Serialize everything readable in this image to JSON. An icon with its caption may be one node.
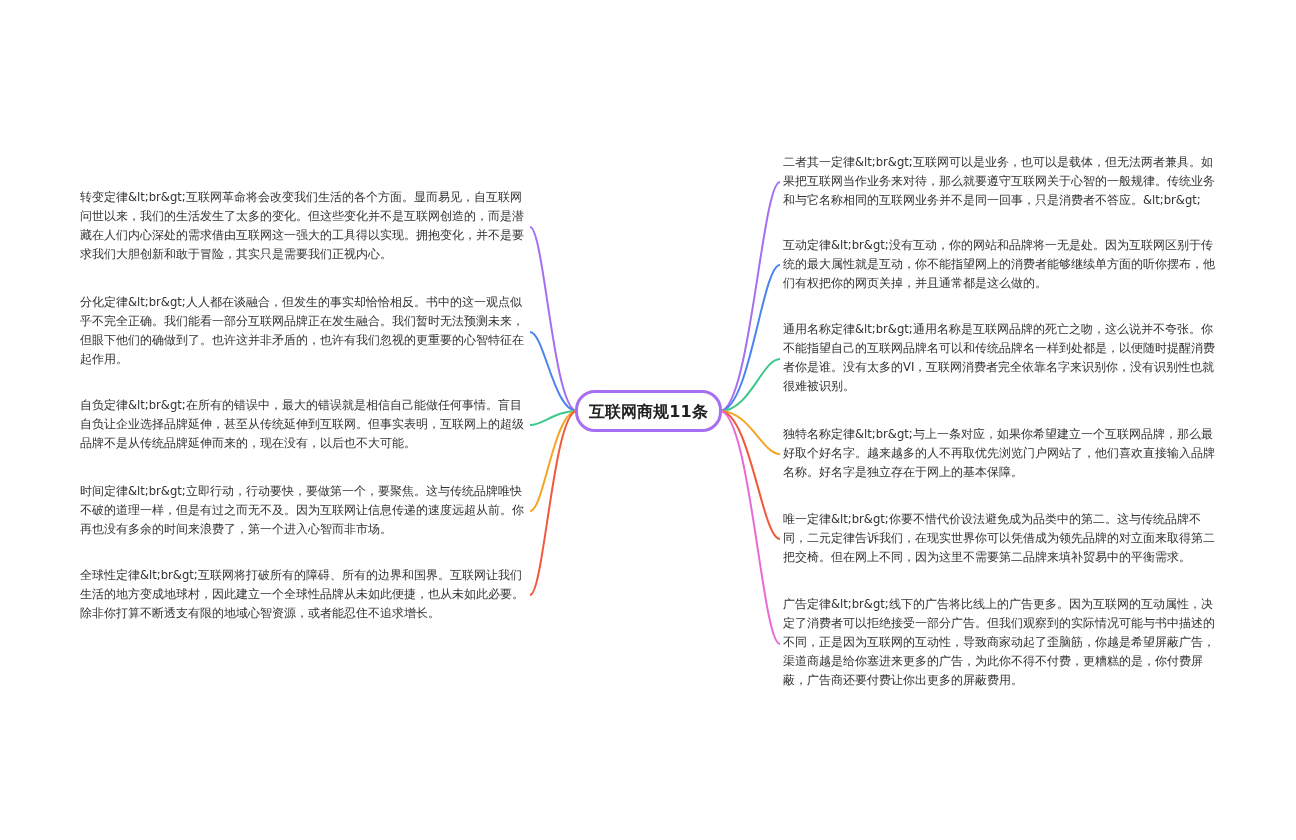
{
  "diagram": {
    "nodes": [
      {
        "text": [
          "互联网商规11条"
        ]
      },
      {
        "text": [
          "转变定律&lt;br&gt;互联网革命将会改变我们生活的各个方面。显而易见，自互联网问世以来，我们的生活发生了太多的变化。但这些变化并不是互联网创造的，而是潜藏在人们内心深处的需求借由互联网这一强大的工具得以实现。拥抱变化，并不是要求我们大胆创新和敢于冒险，其实只是需要我们正视内心。"
        ]
      },
      {
        "text": [
          "分化定律&lt;br&gt;人人都在谈融合，但发生的事实却恰恰相反。书中的这一观点似乎不完全正确。我们能看一部分互联网品牌正在发生融合。我们暂时无法预测未来，但眼下他们的确做到了。也许这并非矛盾的，也许有我们忽视的更重要的心智特征在起作用。"
        ]
      },
      {
        "text": [
          "自负定律&lt;br&gt;在所有的错误中，最大的错误就是相信自己能做任何事情。盲目自负让企业选择品牌延伸，甚至从传统延伸到互联网。但事实表明，互联网上的超级品牌不是从传统品牌延伸而来的，现在没有，以后也不大可能。"
        ]
      },
      {
        "text": [
          "时间定律&lt;br&gt;立即行动，行动要快，要做第一个，要聚焦。这与传统品牌唯快不破的道理一样，但是有过之而无不及。因为互联网让信息传递的速度远超从前。你再也没有多余的时间来浪费了，第一个进入心智而非市场。"
        ]
      },
      {
        "text": [
          "全球性定律&lt;br&gt;互联网将打破所有的障碍、所有的边界和国界。互联网让我们生活的地方变成地球村，因此建立一个全球性品牌从未如此便捷，也从未如此必要。除非你打算不断透支有限的地域心智资源，或者能忍住不追求增长。"
        ]
      },
      {
        "text": [
          "二者其一定律&lt;br&gt;互联网可以是业务，也可以是载体，但无法两者兼具。如果把互联网当作业务来对待，那么就要遵守互联网关于心智的一般规律。传统业务和与它名称相同的互联网业务并不是同一回事，只是消费者不答应。&lt;br&gt;"
        ]
      },
      {
        "text": [
          "互动定律&lt;br&gt;没有互动，你的网站和品牌将一无是处。因为互联网区别于传统的最大属性就是互动，你不能指望网上的消费者能够继续单方面的听你摆布，他们有权把你的网页关掉，并且通常都是这么做的。"
        ]
      },
      {
        "text": [
          "通用名称定律&lt;br&gt;通用名称是互联网品牌的死亡之吻，这么说并不夸张。你不能指望自己的互联网品牌名可以和传统品牌名一样到处都是，以便随时提醒消费者你是谁。没有太多的VI，互联网消费者完全依靠名字来识别你，没有识别性也就很难被识别。"
        ]
      },
      {
        "text": [
          "独特名称定律&lt;br&gt;与上一条对应，如果你希望建立一个互联网品牌，那么最好取个好名字。越来越多的人不再取优先浏览门户网站了，他们喜欢直接输入品牌名称。好名字是独立存在于网上的基本保障。"
        ]
      },
      {
        "text": [
          "唯一定律&lt;br&gt;你要不惜代价设法避免成为品类中的第二。这与传统品牌不同，二元定律告诉我们，在现实世界你可以凭借成为领先品牌的对立面来取得第二把交椅。但在网上不同，因为这里不需要第二品牌来填补贸易中的平衡需求。"
        ]
      },
      {
        "text": [
          "广告定律&lt;br&gt;线下的广告将比线上的广告更多。因为互联网的互动属性，决定了消费者可以拒绝接受一部分广告。但我们观察到的实际情况可能与书中描述的不同，正是因为互联网的互动性，导致商家动起了歪脑筋，你越是希望屏蔽广告，渠道商越是给你塞进来更多的广告，为此你不得不付费，更糟糕的是，你付费屏蔽，广告商还要付费让你出更多的屏蔽费用。"
        ]
      }
    ],
    "edges": [
      {
        "from": 0,
        "to": 1,
        "arrow": "none",
        "color": "#a66ef0"
      },
      {
        "from": 0,
        "to": 2,
        "arrow": "none",
        "color": "#4a84f0"
      },
      {
        "from": 0,
        "to": 3,
        "arrow": "none",
        "color": "#3ec98c"
      },
      {
        "from": 0,
        "to": 4,
        "arrow": "none",
        "color": "#f5a524"
      },
      {
        "from": 0,
        "to": 5,
        "arrow": "none",
        "color": "#f05a3c"
      },
      {
        "from": 0,
        "to": 6,
        "arrow": "none",
        "color": "#a66ef0"
      },
      {
        "from": 0,
        "to": 7,
        "arrow": "none",
        "color": "#4a84f0"
      },
      {
        "from": 0,
        "to": 8,
        "arrow": "none",
        "color": "#3ec98c"
      },
      {
        "from": 0,
        "to": 9,
        "arrow": "none",
        "color": "#f5a524"
      },
      {
        "from": 0,
        "to": 10,
        "arrow": "none",
        "color": "#f05a3c"
      },
      {
        "from": 0,
        "to": 11,
        "arrow": "none",
        "color": "#e86ad6"
      }
    ]
  }
}
